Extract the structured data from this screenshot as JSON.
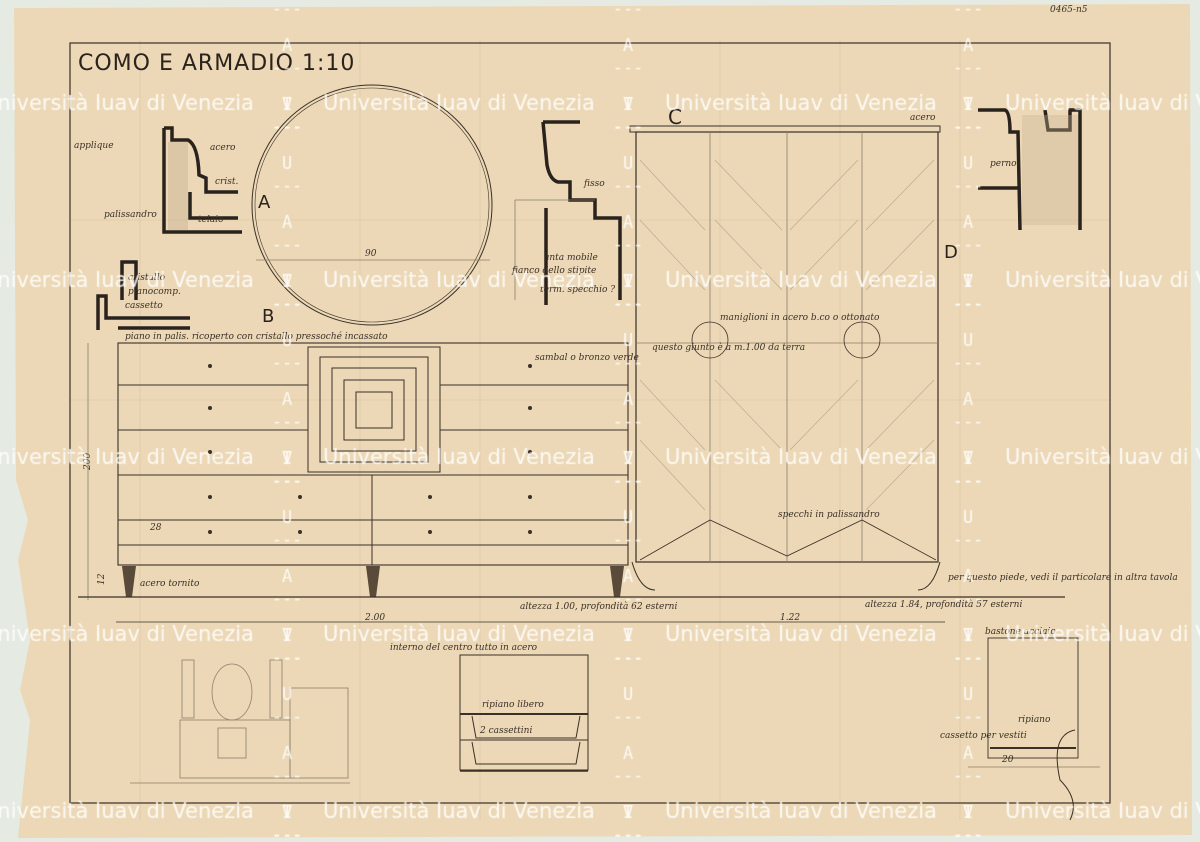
{
  "drawing": {
    "title": "COMO E ARMADIO",
    "scale": "1:10",
    "archive_number": "0465-n5",
    "section_markers": [
      "A",
      "B",
      "C",
      "D"
    ],
    "labels": {
      "applique": "applique",
      "acero": "acero",
      "crist": "crist.",
      "palissandro": "palissandro",
      "telaio": "telaio",
      "cristallo": "cristallo",
      "pianocomp": "pianocomp.",
      "cassetto": "cassetto",
      "piano_note": "piano in palis. ricoperto con cristallo pressoché incassato",
      "mirror_dim": "90",
      "fisso": "fisso",
      "anta_mobile": "anta mobile",
      "fianco_stipite": "fianco dello stipite",
      "term_specchio": "term. specchio ?",
      "maniglioni": "maniglioni in acero b.co o ottonato",
      "questo_giunto": "questo giunto è a m.1.00 da terra",
      "acero_top": "acero",
      "perno": "perno",
      "bronzo": "sambal o bronzo verde",
      "specchi": "specchi in palissandro",
      "dim_28": "28",
      "dim_200_vert": "200",
      "dim_12": "12",
      "acero_tornito": "acero tornito",
      "altezza_como": "altezza 1.00, profondità 62 esterni",
      "altezza_armadio": "altezza 1.84, profondità 57 esterni",
      "piede_note": "per questo piede, vedi il particolare in altra tavola",
      "dim_200": "2.00",
      "dim_122": "1.22",
      "interno_note": "interno del centro tutto in acero",
      "ripiano_libero": "ripiano libero",
      "cassettini": "2 cassettini",
      "ripiano": "ripiano",
      "cassetto_vestiti": "cassetto per vestiti",
      "dim_20": "20",
      "bastone": "bastone acciaio"
    }
  },
  "watermark": {
    "text": "Università Iuav di Venezia",
    "vertical": [
      "I",
      "U",
      "A",
      "V"
    ]
  },
  "colors": {
    "paper": "#ecd8b6",
    "background": "#e5ebe2",
    "ink": "#2a221c"
  }
}
